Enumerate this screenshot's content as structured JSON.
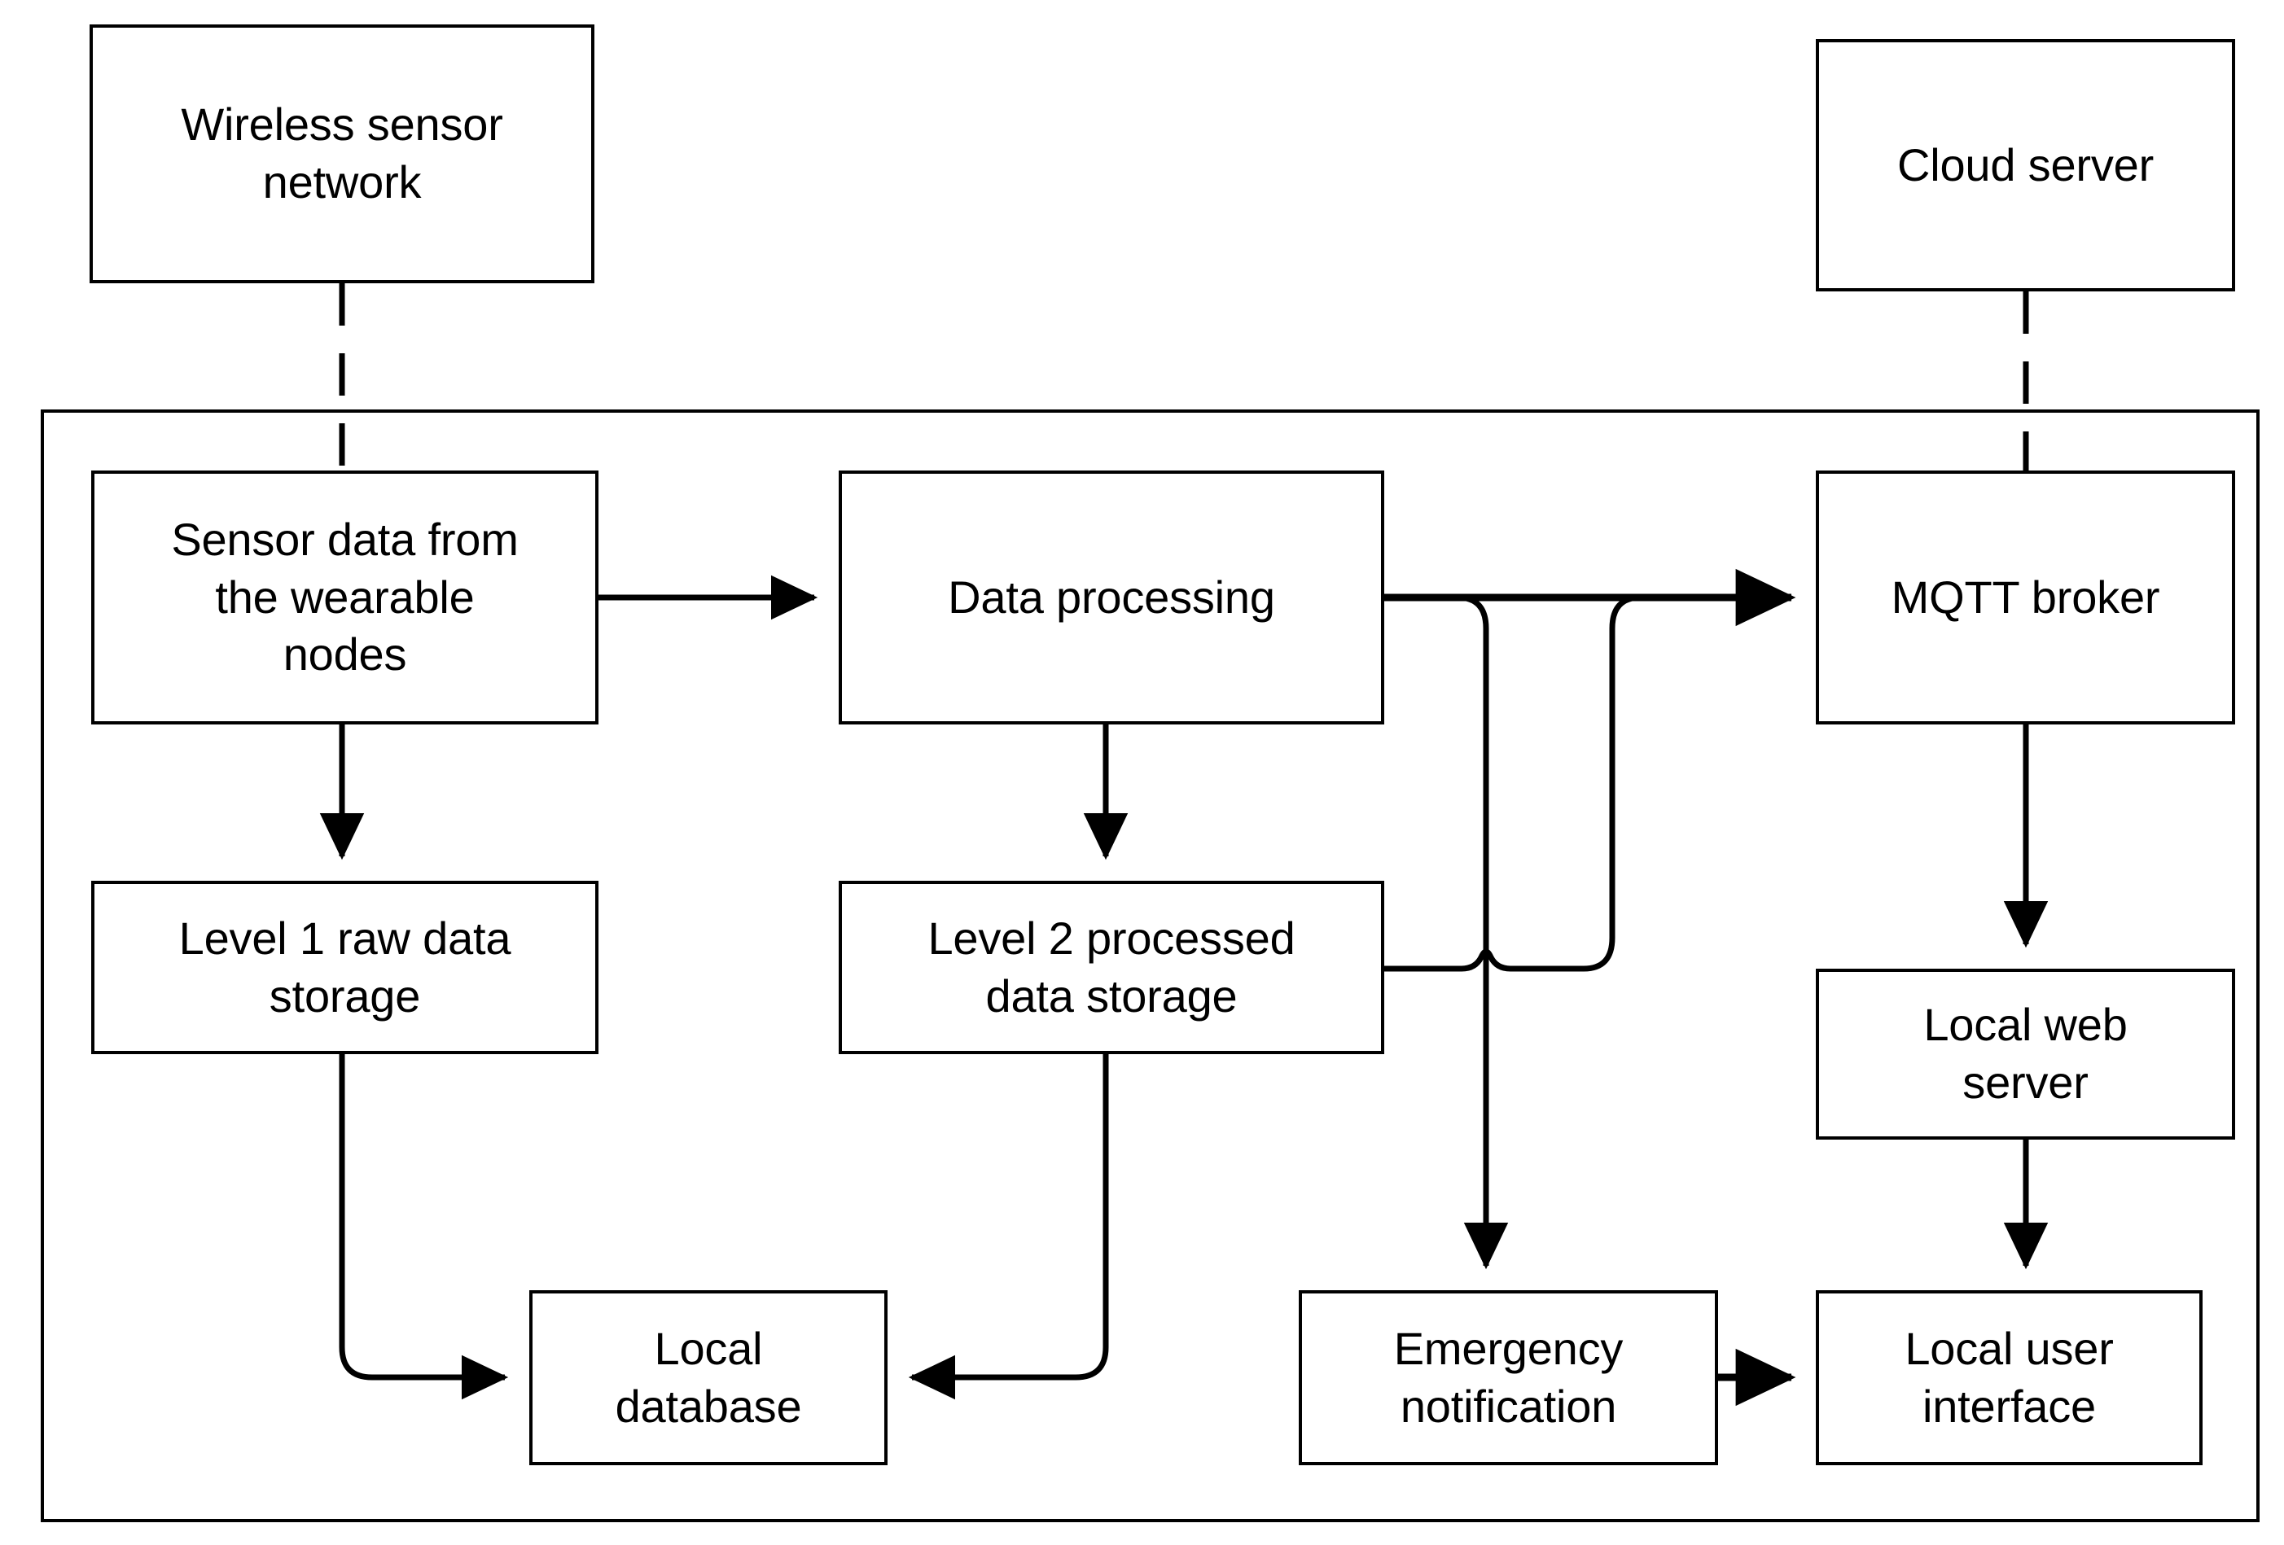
{
  "diagram": {
    "title": "IoT wearable sensor system architecture block diagram",
    "background_color": "#ffffff",
    "line_color": "#000000",
    "nodes": {
      "wireless_sensor_network": "Wireless sensor\nnetwork",
      "cloud_server": "Cloud server",
      "sensor_data": "Sensor data from\nthe wearable\nnodes",
      "data_processing": "Data processing",
      "mqtt_broker": "MQTT broker",
      "level1_storage": "Level 1 raw data\nstorage",
      "level2_storage": "Level 2 processed\ndata storage",
      "local_web_server": "Local web\nserver",
      "local_database": "Local\ndatabase",
      "emergency_notification": "Emergency\nnotification",
      "local_user_interface": "Local user\ninterface"
    },
    "edges": [
      {
        "from": "wireless_sensor_network",
        "to": "sensor_data",
        "style": "dashed",
        "arrow": false
      },
      {
        "from": "cloud_server",
        "to": "mqtt_broker",
        "style": "dashed",
        "arrow": false
      },
      {
        "from": "sensor_data",
        "to": "data_processing",
        "style": "solid",
        "arrow": true
      },
      {
        "from": "sensor_data",
        "to": "level1_storage",
        "style": "solid",
        "arrow": true
      },
      {
        "from": "data_processing",
        "to": "level2_storage",
        "style": "solid",
        "arrow": true
      },
      {
        "from": "data_processing",
        "to": "mqtt_broker",
        "style": "solid",
        "arrow": true
      },
      {
        "from": "data_processing",
        "to": "emergency_notification",
        "style": "solid",
        "arrow": true
      },
      {
        "from": "level2_storage",
        "to": "mqtt_broker",
        "style": "solid",
        "arrow": true
      },
      {
        "from": "level1_storage",
        "to": "local_database",
        "style": "solid",
        "arrow": true
      },
      {
        "from": "level2_storage",
        "to": "local_database",
        "style": "solid",
        "arrow": true
      },
      {
        "from": "mqtt_broker",
        "to": "local_web_server",
        "style": "solid",
        "arrow": true
      },
      {
        "from": "local_web_server",
        "to": "local_user_interface",
        "style": "solid",
        "arrow": true
      },
      {
        "from": "emergency_notification",
        "to": "local_user_interface",
        "style": "solid",
        "arrow": true
      }
    ]
  }
}
